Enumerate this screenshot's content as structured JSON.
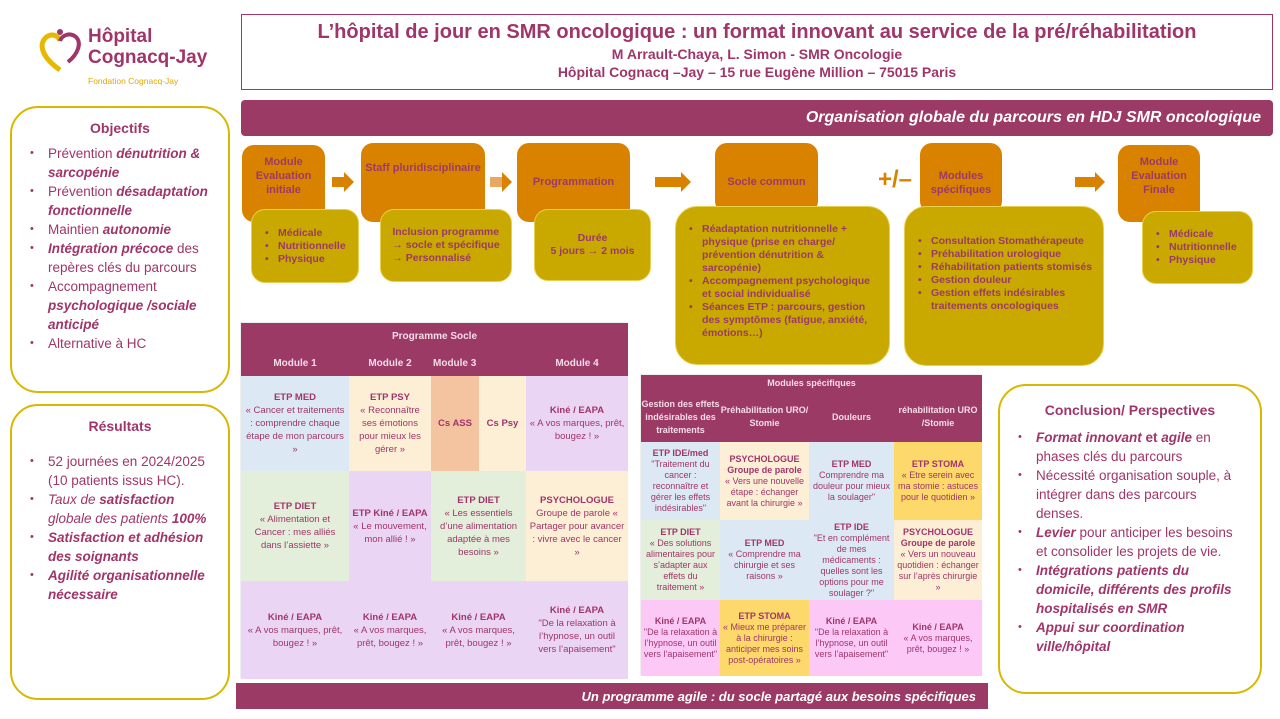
{
  "logo": {
    "name_line1": "Hôpital",
    "name_line2": "Cognacq-Jay",
    "subtitle": "Fondation Cognacq-Jay"
  },
  "header": {
    "title": "L’hôpital de jour en SMR oncologique : un format innovant au service de la pré/réhabilitation",
    "authors": "M Arrault-Chaya, L. Simon - SMR Oncologie",
    "address": "Hôpital Cognacq –Jay – 15 rue Eugène Million – 75015 Paris"
  },
  "banner_top": "Organisation globale du parcours en HDJ SMR oncologique",
  "banner_bottom": "Un programme agile : du socle partagé aux besoins spécifiques",
  "objectifs": {
    "title": "Objectifs",
    "items": [
      [
        {
          "t": "Prévention ",
          "s": ""
        },
        {
          "t": "dénutrition & sarcopénie",
          "s": "bi"
        }
      ],
      [
        {
          "t": "Prévention ",
          "s": ""
        },
        {
          "t": "désadaptation fonctionnelle",
          "s": "bi"
        }
      ],
      [
        {
          "t": "Maintien ",
          "s": ""
        },
        {
          "t": "autonomie",
          "s": "bi"
        }
      ],
      [
        {
          "t": "Intégration précoce",
          "s": "bi"
        },
        {
          "t": " des repères clés du parcours",
          "s": ""
        }
      ],
      [
        {
          "t": "Accompagnement ",
          "s": ""
        },
        {
          "t": "psychologique /sociale anticipé",
          "s": "bi"
        }
      ],
      [
        {
          "t": "Alternative à HC",
          "s": ""
        }
      ]
    ]
  },
  "resultats": {
    "title": "Résultats",
    "items": [
      [
        {
          "t": "52 journées en 2024/2025 (10 patients issus HC).",
          "s": ""
        }
      ],
      [
        {
          "t": "Taux de ",
          "s": "i"
        },
        {
          "t": "satisfaction",
          "s": "bi"
        },
        {
          "t": " globale des patients ",
          "s": "i"
        },
        {
          "t": "100%",
          "s": "bi"
        }
      ],
      [
        {
          "t": "Satisfaction et adhésion des soignants",
          "s": "bi"
        }
      ],
      [
        {
          "t": "Agilité organisationnelle nécessaire",
          "s": "bi"
        }
      ]
    ]
  },
  "conclusion": {
    "title": "Conclusion/ Perspectives",
    "items": [
      [
        {
          "t": "Format innovant",
          "s": "bi"
        },
        {
          "t": " et ",
          "s": "b"
        },
        {
          "t": "agile",
          "s": "bi"
        },
        {
          "t": " en phases clés du parcours",
          "s": ""
        }
      ],
      [
        {
          "t": "Nécessité organisation souple, à intégrer dans des parcours denses.",
          "s": ""
        }
      ],
      [
        {
          "t": "Levier",
          "s": "bi"
        },
        {
          "t": " pour anticiper les besoins et consolider les projets de vie.",
          "s": ""
        }
      ],
      [
        {
          "t": "Intégrations patients du domicile, différents des profils hospitalisés en SMR",
          "s": "bi"
        }
      ],
      [
        {
          "t": "Appui sur coordination ville/hôpital",
          "s": "bi"
        }
      ]
    ]
  },
  "flow": {
    "eval_initiale": {
      "title": "Module Evaluation initiale",
      "items": [
        "Médicale",
        "Nutritionnelle",
        "Physique"
      ]
    },
    "staff": {
      "title": "Staff pluridisciplinaire",
      "lines": [
        "Inclusion programme",
        "→ socle et spécifique",
        "→ Personnalisé"
      ]
    },
    "programmation": {
      "title": "Programmation",
      "lines": [
        "Durée",
        "5 jours → 2 mois"
      ]
    },
    "socle": {
      "title": "Socle commun",
      "items": [
        "Réadaptation nutritionnelle + physique (prise en charge/ prévention dénutrition & sarcopénie)",
        "Accompagnement psychologique et social individualisé",
        "Séances ETP : parcours, gestion des symptômes (fatigue, anxiété, émotions…)"
      ]
    },
    "plus_minus": "+/–",
    "specifiques": {
      "title": "Modules spécifiques",
      "items": [
        "Consultation Stomathérapeute",
        "Préhabilitation urologique",
        "Réhabilitation patients stomisés",
        "Gestion douleur",
        "Gestion effets indésirables traitements oncologiques"
      ]
    },
    "eval_finale": {
      "title": "Module Evaluation Finale",
      "items": [
        "Médicale",
        "Nutritionnelle",
        "Physique"
      ]
    }
  },
  "socle_table": {
    "title": "Programme Socle",
    "modules": [
      "Module 1",
      "Module 2",
      "Module 3",
      "Module 4"
    ],
    "cells": [
      {
        "h": "ETP MED",
        "t": "« Cancer et traitements : comprendre chaque étape de mon parcours »",
        "c": "blue"
      },
      {
        "h": "ETP PSY",
        "t": "« Reconnaître ses émotions pour mieux les gérer »",
        "c": "cream"
      },
      {
        "h": "Cs ASS",
        "t": "",
        "c": "salmon"
      },
      {
        "h": "Cs Psy",
        "t": "",
        "c": "cream"
      },
      {
        "h": "Kiné / EAPA",
        "t": "« A vos marques, prêt, bougez ! »",
        "c": "purple"
      },
      {
        "h": "ETP DIET",
        "t": "« Alimentation et Cancer : mes alliés dans l’assiette »",
        "c": "green"
      },
      {
        "h": "ETP Kiné / EAPA",
        "t": "« Le mouvement, mon allié ! »",
        "c": "purple"
      },
      {
        "h": "ETP DIET",
        "t": "« Les essentiels d’une alimentation adaptée à mes besoins »",
        "c": "green"
      },
      {
        "h": "PSYCHOLOGUE",
        "t": "Groupe de parole « Partager pour avancer : vivre avec le cancer »",
        "c": "cream"
      },
      {
        "h": "Kiné / EAPA",
        "t": "« A vos marques, prêt, bougez ! »",
        "c": "purple"
      },
      {
        "h": "Kiné / EAPA",
        "t": "« A vos marques, prêt, bougez ! »",
        "c": "purple"
      },
      {
        "h": "Kiné / EAPA",
        "t": "« A vos marques, prêt, bougez ! »",
        "c": "purple"
      },
      {
        "h": "Kiné / EAPA",
        "t": "\"De la relaxation à l’hypnose, un outil vers l’apaisement\"",
        "c": "purple"
      }
    ]
  },
  "spec_table": {
    "title": "Modules spécifiques",
    "columns": [
      "Gestion des effets indésirables des traitements",
      "Préhabilitation URO/ Stomie",
      "Douleurs",
      "réhabilitation URO /Stomie"
    ],
    "cells": [
      {
        "h": "ETP IDE/med",
        "t": "\"Traitement du cancer : reconnaître et gérer les effets indésirables\"",
        "c": "blue"
      },
      {
        "h": "PSYCHOLOGUE Groupe de parole",
        "t": "« Vers une nouvelle étape : échanger avant la chirurgie »",
        "c": "cream"
      },
      {
        "h": "ETP MED",
        "t": "Comprendre ma douleur pour mieux la soulager\"",
        "c": "blue"
      },
      {
        "h": "ETP STOMA",
        "t": "« Etre serein avec ma stomie : astuces pour le quotidien »",
        "c": "yellow"
      },
      {
        "h": "ETP DIET",
        "t": "« Des solutions alimentaires pour s’adapter aux effets du traitement »",
        "c": "green"
      },
      {
        "h": "ETP MED",
        "t": "« Comprendre ma chirurgie et ses raisons »",
        "c": "blue"
      },
      {
        "h": "ETP  IDE",
        "t": "\"Et en complément de mes médicaments : quelles sont les options pour me soulager ?\"",
        "c": "blue"
      },
      {
        "h": "PSYCHOLOGUE Groupe de parole",
        "t": "« Vers un nouveau quotidien : échanger sur l’après chirurgie »",
        "c": "cream"
      },
      {
        "h": "Kiné / EAPA",
        "t": "\"De la relaxation à l’hypnose, un outil vers l’apaisement\"",
        "c": "pink"
      },
      {
        "h": "ETP STOMA",
        "t": "« Mieux me préparer à la chirurgie : anticiper mes soins post-opératoires »",
        "c": "yellow"
      },
      {
        "h": "Kiné / EAPA",
        "t": "\"De la relaxation à l’hypnose, un outil vers l’apaisement\"",
        "c": "pink"
      },
      {
        "h": "Kiné / EAPA",
        "t": "« A vos marques, prêt, bougez ! »",
        "c": "pink"
      }
    ]
  }
}
